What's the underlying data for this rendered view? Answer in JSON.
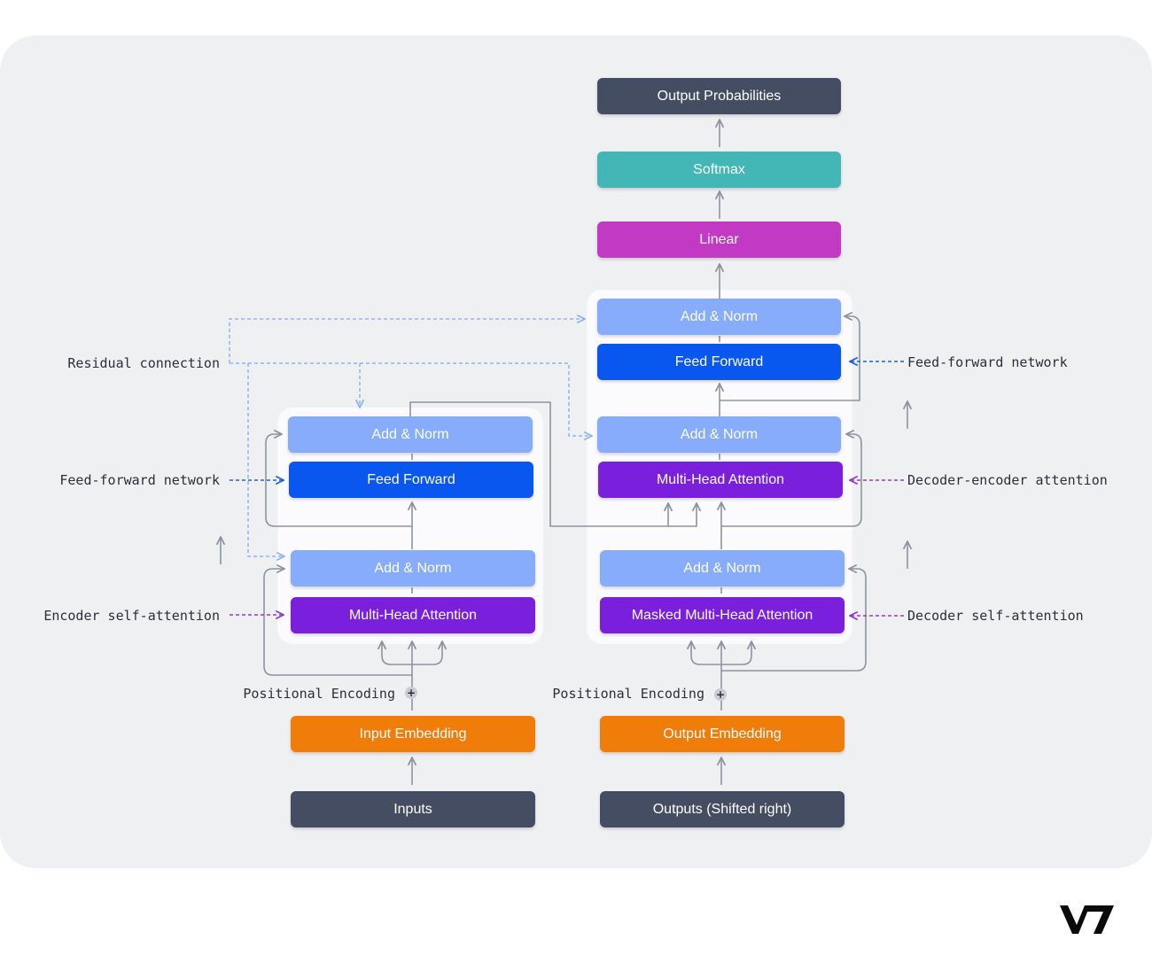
{
  "blocks": {
    "output_probabilities": "Output Probabilities",
    "softmax": "Softmax",
    "linear": "Linear",
    "dec_add_norm_top": "Add & Norm",
    "dec_feed_forward": "Feed Forward",
    "dec_add_norm_mid": "Add & Norm",
    "dec_multi_head_attention": "Multi-Head Attention",
    "dec_add_norm_bottom": "Add & Norm",
    "dec_masked_multi_head_attention": "Masked Multi-Head Attention",
    "enc_add_norm_top": "Add & Norm",
    "enc_feed_forward": "Feed Forward",
    "enc_add_norm_bottom": "Add & Norm",
    "enc_multi_head_attention": "Multi-Head Attention",
    "input_embedding": "Input Embedding",
    "output_embedding": "Output Embedding",
    "inputs": "Inputs",
    "outputs_shifted": "Outputs (Shifted right)"
  },
  "annotations": {
    "residual_connection": "Residual connection",
    "enc_feed_forward_network": "Feed-forward network",
    "encoder_self_attention": "Encoder self-attention",
    "dec_feed_forward_network": "Feed-forward network",
    "decoder_encoder_attention": "Decoder-encoder attention",
    "decoder_self_attention": "Decoder self-attention",
    "positional_encoding_left": "Positional Encoding",
    "positional_encoding_right": "Positional Encoding",
    "plus_symbol": "+"
  },
  "colors": {
    "dark": "#444d61",
    "teal": "#43b7b5",
    "magenta": "#c23ac4",
    "light_blue": "#86acfb",
    "blue": "#0957ee",
    "purple": "#7a1fdc",
    "orange": "#f07d0a",
    "connector_gray": "#8d93a0",
    "dotted_light_blue": "#8fb2f4",
    "dotted_blue": "#1f5fe8",
    "dotted_purple": "#8f3ad8"
  },
  "logo": "v7-logo"
}
